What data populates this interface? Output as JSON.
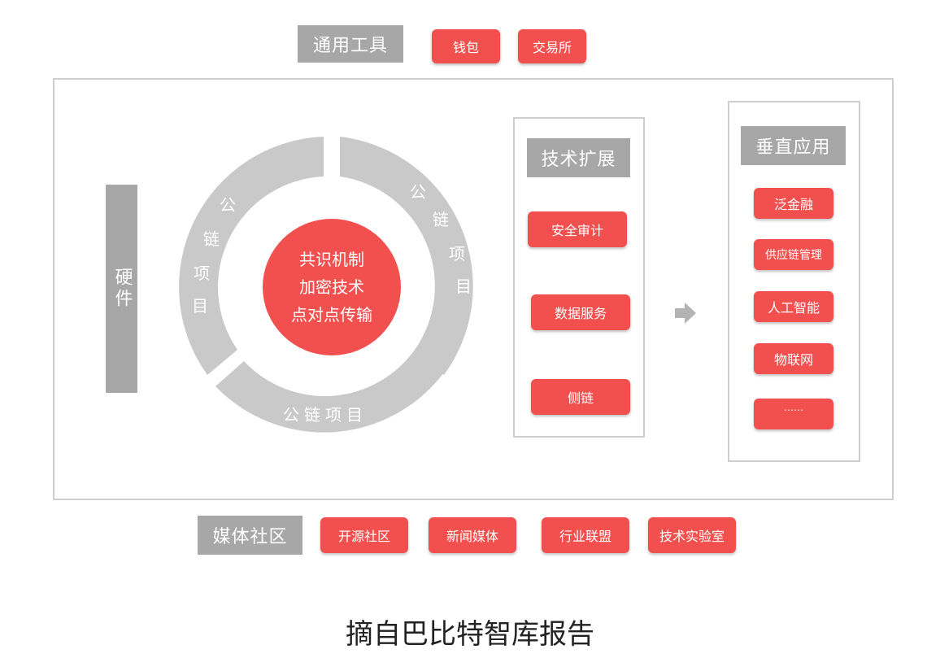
{
  "top_section": {
    "label": "通用工具",
    "items": [
      "钱包",
      "交易所"
    ]
  },
  "hardware": {
    "label": "硬件"
  },
  "ring": {
    "left_segment": [
      "公",
      "链",
      "项",
      "目"
    ],
    "right_segment": [
      "公",
      "链",
      "项",
      "目"
    ],
    "bottom_segment": "公链项目",
    "core": [
      "共识机制",
      "加密技术",
      "点对点传输"
    ]
  },
  "tech_ext": {
    "title": "技术扩展",
    "items": [
      "安全审计",
      "数据服务",
      "侧链"
    ]
  },
  "vertical_apps": {
    "title": "垂直应用",
    "items": [
      "泛金融",
      "供应链管理",
      "人工智能",
      "物联网",
      "……"
    ]
  },
  "media": {
    "label": "媒体社区",
    "items": [
      "开源社区",
      "新闻媒体",
      "行业联盟",
      "技术实验室"
    ]
  },
  "caption": "摘自巴比特智库报告",
  "colors": {
    "accent": "#f2504f",
    "gray": "#a7a7a7",
    "ring": "#c9c9c9",
    "border": "#cfcfcf"
  }
}
